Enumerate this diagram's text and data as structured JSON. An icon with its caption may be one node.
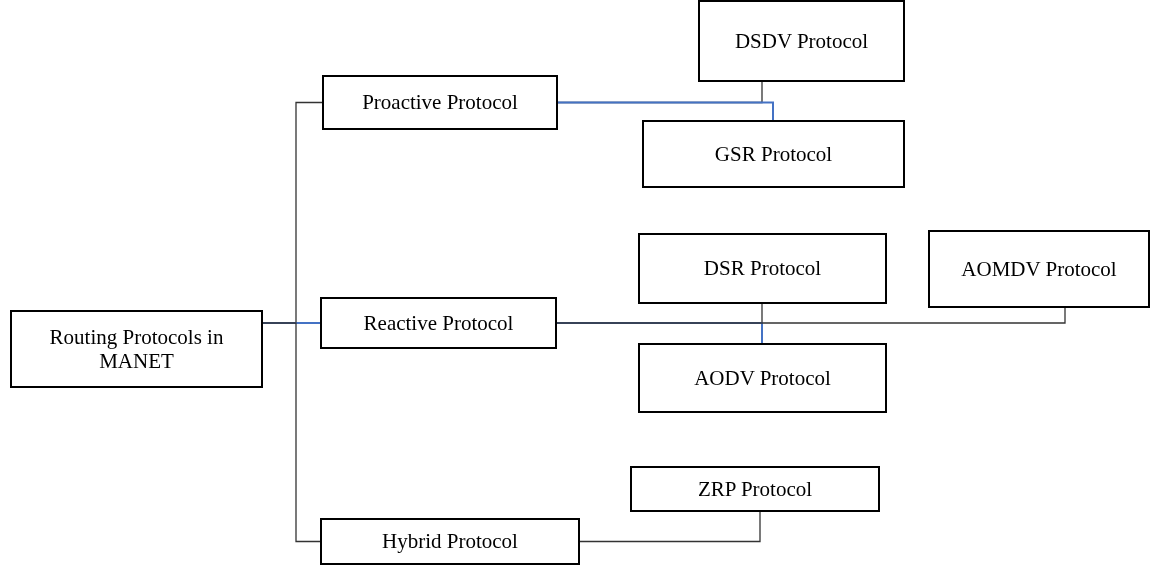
{
  "diagram": {
    "nodes": [
      {
        "text": [
          "Routing Protocols in MANET"
        ]
      },
      {
        "text": [
          "Proactive Protocol"
        ]
      },
      {
        "text": [
          "DSDV Protocol"
        ]
      },
      {
        "text": [
          "GSR Protocol"
        ]
      },
      {
        "text": [
          "Reactive Protocol"
        ]
      },
      {
        "text": [
          "DSR Protocol"
        ]
      },
      {
        "text": [
          "AODV Protocol"
        ]
      },
      {
        "text": [
          "AOMDV Protocol"
        ]
      },
      {
        "text": [
          "Hybrid Protocol"
        ]
      },
      {
        "text": [
          "ZRP Protocol"
        ]
      }
    ],
    "edges": [
      {
        "from": 0,
        "to": 1,
        "arrow": "none"
      },
      {
        "from": 0,
        "to": 4,
        "arrow": "none",
        "color": "#4472c4"
      },
      {
        "from": 0,
        "to": 8,
        "arrow": "none"
      },
      {
        "from": 1,
        "to": 2,
        "arrow": "none"
      },
      {
        "from": 1,
        "to": 3,
        "arrow": "none",
        "color": "#4472c4"
      },
      {
        "from": 4,
        "to": 5,
        "arrow": "none"
      },
      {
        "from": 4,
        "to": 6,
        "arrow": "none",
        "color": "#4472c4"
      },
      {
        "from": 4,
        "to": 7,
        "arrow": "none"
      },
      {
        "from": 8,
        "to": 9,
        "arrow": "none"
      }
    ]
  }
}
